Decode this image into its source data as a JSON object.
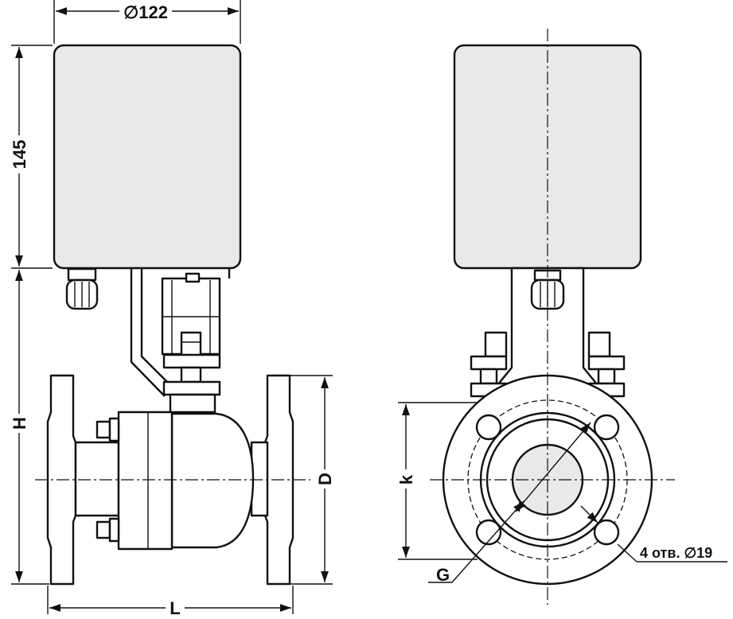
{
  "dimensions": {
    "actuator_diameter": "∅122",
    "actuator_height": "145",
    "height": "H",
    "length": "L",
    "flange_diameter": "D",
    "bolt_circle": "k",
    "thread": "G",
    "holes": "4 отв. ∅19"
  },
  "colors": {
    "line": "#111111",
    "fill": "#e9e9e9",
    "background": "#ffffff"
  }
}
